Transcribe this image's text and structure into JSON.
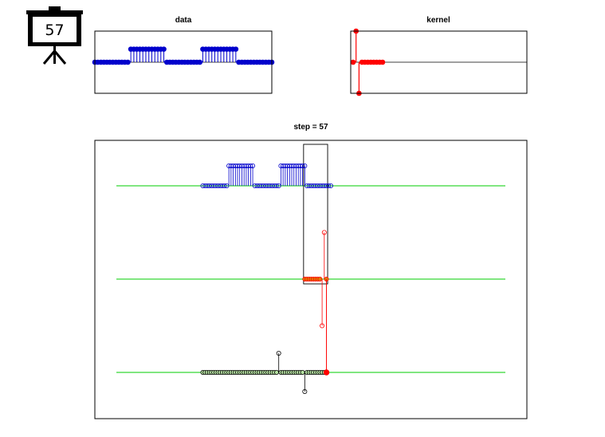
{
  "badge": {
    "step_label": "57",
    "icon": "projector-screen-icon"
  },
  "chart_data": [
    {
      "id": "data",
      "type": "stem",
      "title": "data",
      "x": [
        0,
        1,
        2,
        3,
        4,
        5,
        6,
        7,
        8,
        9,
        10,
        11,
        12,
        13,
        14,
        15,
        16,
        17,
        18,
        19,
        20,
        21,
        22,
        23,
        24,
        25,
        26,
        27,
        28,
        29,
        30,
        31,
        32,
        33,
        34,
        35,
        36,
        37,
        38,
        39,
        40,
        41,
        42,
        43,
        44,
        45,
        46,
        47,
        48,
        49,
        50,
        51,
        52,
        53,
        54,
        55,
        56,
        57,
        58,
        59
      ],
      "values": [
        0,
        0,
        0,
        0,
        0,
        0,
        0,
        0,
        0,
        0,
        0,
        0,
        1,
        1,
        1,
        1,
        1,
        1,
        1,
        1,
        1,
        1,
        1,
        1,
        0,
        0,
        0,
        0,
        0,
        0,
        0,
        0,
        0,
        0,
        0,
        0,
        1,
        1,
        1,
        1,
        1,
        1,
        1,
        1,
        1,
        1,
        1,
        1,
        0,
        0,
        0,
        0,
        0,
        0,
        0,
        0,
        0,
        0,
        0,
        0
      ],
      "xlim": [
        0,
        59
      ],
      "ylim": [
        -1,
        1
      ],
      "color": "#0000cc",
      "marker": "filled-circle"
    },
    {
      "id": "kernel",
      "type": "stem",
      "title": "kernel",
      "x": [
        0,
        1,
        2,
        3,
        4,
        5,
        6,
        7,
        8,
        9,
        10
      ],
      "values": [
        0,
        1,
        -1,
        0,
        0,
        0,
        0,
        0,
        0,
        0,
        0
      ],
      "xlim": [
        0,
        59
      ],
      "ylim": [
        -1,
        1
      ],
      "color": "#ff0000",
      "marker": "filled-circle"
    },
    {
      "id": "convolution",
      "type": "stem",
      "title": "step = 57",
      "step": 57,
      "series": [
        {
          "name": "",
          "role": "data",
          "x": [
            0,
            1,
            2,
            3,
            4,
            5,
            6,
            7,
            8,
            9,
            10,
            11,
            12,
            13,
            14,
            15,
            16,
            17,
            18,
            19,
            20,
            21,
            22,
            23,
            24,
            25,
            26,
            27,
            28,
            29,
            30,
            31,
            32,
            33,
            34,
            35,
            36,
            37,
            38,
            39,
            40,
            41,
            42,
            43,
            44,
            45,
            46,
            47,
            48,
            49,
            50,
            51,
            52,
            53,
            54,
            55,
            56,
            57,
            58,
            59
          ],
          "values": [
            0,
            0,
            0,
            0,
            0,
            0,
            0,
            0,
            0,
            0,
            0,
            0,
            1,
            1,
            1,
            1,
            1,
            1,
            1,
            1,
            1,
            1,
            1,
            1,
            0,
            0,
            0,
            0,
            0,
            0,
            0,
            0,
            0,
            0,
            0,
            0,
            1,
            1,
            1,
            1,
            1,
            1,
            1,
            1,
            1,
            1,
            1,
            1,
            0,
            0,
            0,
            0,
            0,
            0,
            0,
            0,
            0,
            0,
            0,
            0
          ],
          "color": "#0000cc",
          "marker": "open-circle"
        },
        {
          "name": "",
          "role": "flipped-kernel",
          "x": [
            47,
            48,
            49,
            50,
            51,
            52,
            53,
            54,
            55,
            56,
            57
          ],
          "values": [
            0,
            0,
            0,
            0,
            0,
            0,
            0,
            0,
            -1,
            1,
            0
          ],
          "color": "#ff0000",
          "marker": "open-circle",
          "fill": "#e07a00"
        },
        {
          "name": "",
          "role": "output",
          "x": [
            0,
            1,
            2,
            3,
            4,
            5,
            6,
            7,
            8,
            9,
            10,
            11,
            12,
            13,
            14,
            15,
            16,
            17,
            18,
            19,
            20,
            21,
            22,
            23,
            24,
            25,
            26,
            27,
            28,
            29,
            30,
            31,
            32,
            33,
            34,
            35,
            36,
            37,
            38,
            39,
            40,
            41,
            42,
            43,
            44,
            45,
            46,
            47,
            48,
            49,
            50,
            51,
            52,
            53,
            54,
            55,
            56,
            57
          ],
          "values": [
            0,
            0,
            0,
            0,
            0,
            0,
            0,
            0,
            0,
            0,
            0,
            0,
            0,
            0,
            0,
            0,
            0,
            0,
            0,
            0,
            0,
            0,
            0,
            0,
            0,
            0,
            0,
            0,
            0,
            0,
            0,
            0,
            0,
            0,
            0,
            1,
            0,
            0,
            0,
            0,
            0,
            0,
            0,
            0,
            0,
            0,
            0,
            -1,
            0,
            0,
            0,
            0,
            0,
            0,
            0,
            0,
            0,
            0
          ],
          "color": "#000000",
          "marker": "open-circle",
          "fill": "#b7e3a3"
        }
      ],
      "window": {
        "x_from": 47,
        "x_to": 57
      },
      "current": {
        "x": 57,
        "y": 0,
        "color": "#ff0000"
      },
      "baseline_color": "#00cc00",
      "xlim": [
        -6,
        65
      ]
    }
  ]
}
